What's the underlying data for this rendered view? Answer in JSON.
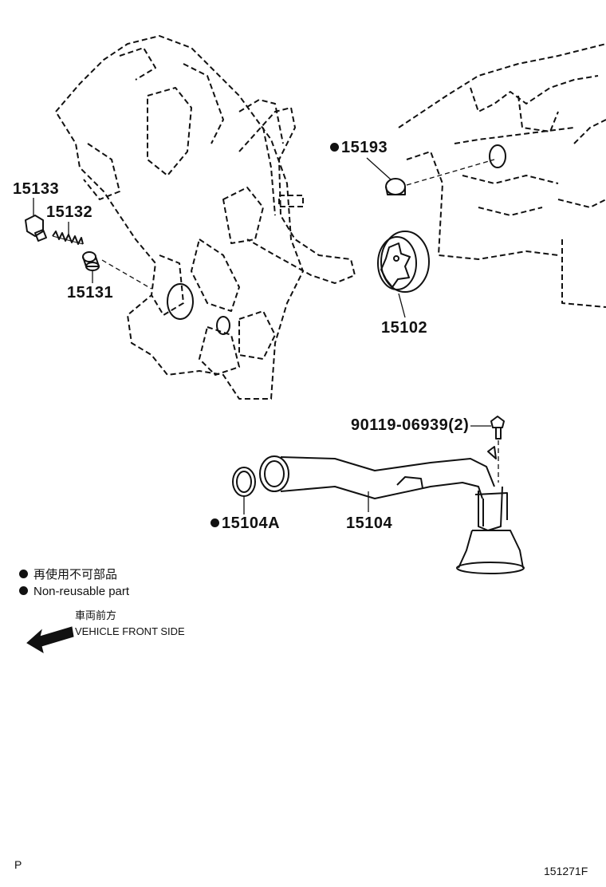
{
  "callouts": {
    "p15133": "15133",
    "p15132": "15132",
    "p15131": "15131",
    "p15193": "15193",
    "p15102": "15102",
    "p90119": "90119-06939(2)",
    "p15104A": "15104A",
    "p15104": "15104"
  },
  "legend": {
    "jp_text": "再使用不可部品",
    "en_text": "Non-reusable part"
  },
  "front_side": {
    "jp_text": "車両前方",
    "en_text": "VEHICLE FRONT SIDE"
  },
  "corner": {
    "left": "P",
    "right": "151271F"
  },
  "colors": {
    "ink": "#111111",
    "background": "#ffffff"
  }
}
